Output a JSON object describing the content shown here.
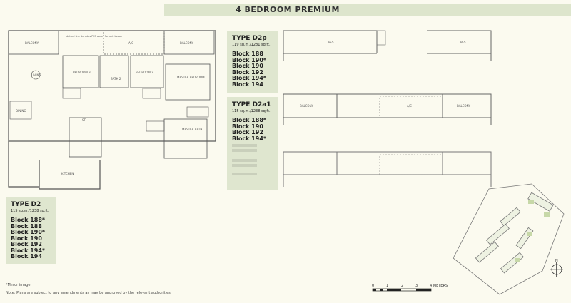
{
  "header": {
    "title": "4 BEDROOM PREMIUM"
  },
  "main_plan": {
    "rooms": {
      "balcony_left": "BALCONY",
      "ac_ledge": "A/C",
      "balcony_right": "BALCONY",
      "living": "LIVING",
      "bedroom3": "BEDROOM 3",
      "bath2": "BATH 2",
      "bedroom2": "BEDROOM 2",
      "master_bedroom": "MASTER BEDROOM",
      "dining": "DINING",
      "store": "ST",
      "kitchen": "KITCHEN",
      "master_bath": "MASTER BATH"
    },
    "dotted_note": "dotted line denotes PES cover for unit below"
  },
  "types": [
    {
      "name": "TYPE D2p",
      "area": "119 sq.m./1281 sq.ft.",
      "blocks": [
        "Block 188",
        "Block 190*",
        "Block 190",
        "Block 192",
        "Block 194*",
        "Block 194"
      ]
    },
    {
      "name": "TYPE D2a1",
      "area": "115 sq.m./1238 sq.ft.",
      "blocks": [
        "Block 188*",
        "Block 190",
        "Block 192",
        "Block 194*"
      ]
    },
    {
      "name": "TYPE D2",
      "area": "115 sq.m./1238 sq.ft.",
      "blocks": [
        "Block 188*",
        "Block 188",
        "Block 190*",
        "Block 190",
        "Block 192",
        "Block 194*",
        "Block 194"
      ]
    }
  ],
  "partial_plans": {
    "d2p": {
      "left": "PES",
      "right": "PES"
    },
    "d2a1": {
      "left": "BALCONY",
      "middle": "A/C",
      "right": "BALCONY"
    }
  },
  "scale": {
    "labels": [
      "0",
      "1",
      "2",
      "3",
      "4 METERS"
    ]
  },
  "compass": "N",
  "footnotes": {
    "mirror": "*Mirror image",
    "note": "Note: Plans are subject to any amendments as may be approved by the relevant authorities."
  }
}
